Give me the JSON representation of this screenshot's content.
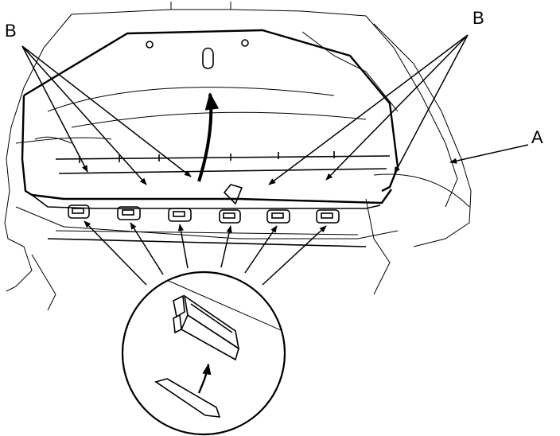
{
  "callouts": {
    "b_left": "B",
    "b_right": "B",
    "a": "A"
  },
  "colors": {
    "line": "#000000",
    "background": "#ffffff"
  }
}
